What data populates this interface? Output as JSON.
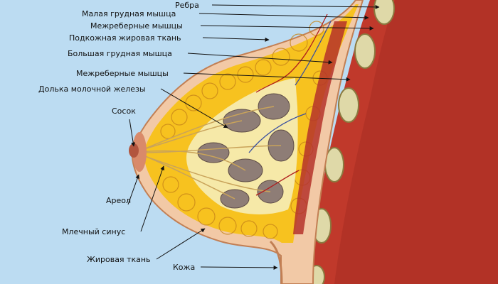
{
  "labels": {
    "ribs": "Ребра",
    "pectoralis_minor": "Малая грудная мышца",
    "intercostal_upper": "Межреберные мышцы",
    "subcutaneous_fat": "Подкожная жировая ткань",
    "pectoralis_major": "Большая грудная мышца",
    "intercostal_lower": "Межреберные мышцы",
    "gland_lobule": "Долька молочной железы",
    "nipple": "Сосок",
    "areola": "Ареол",
    "milk_sinus": "Млечный синус",
    "fat_tissue": "Жировая ткань",
    "skin": "Кожа"
  },
  "colors": {
    "background": "#bcdcf2",
    "skin": "#f2c9a6",
    "fat": "#f7c21f",
    "gland": "#8e7d76",
    "muscle": "#c0392b",
    "rib": "#dfd9a8"
  }
}
